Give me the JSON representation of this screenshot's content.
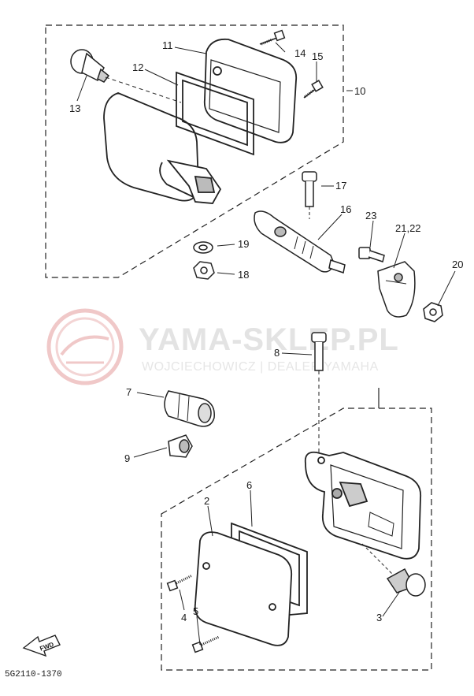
{
  "watermark": {
    "title": "YAMA-SKLEP.PL",
    "subtitle": "WOJCIECHOWICZ | DEALER YAMAHA"
  },
  "diagram_code": "5G2110-1370",
  "fwd_label": "FWD",
  "callouts": {
    "c1": "11",
    "c2": "14",
    "c3": "15",
    "c4": "10",
    "c5": "12",
    "c6": "13",
    "c7": "17",
    "c8": "16",
    "c9": "23",
    "c10": "21,22",
    "c11": "19",
    "c12": "18",
    "c13": "20",
    "c14": "8",
    "c15": "7",
    "c16": "9",
    "c17": "2",
    "c18": "6",
    "c19": "4",
    "c20": "5",
    "c21": "3"
  }
}
